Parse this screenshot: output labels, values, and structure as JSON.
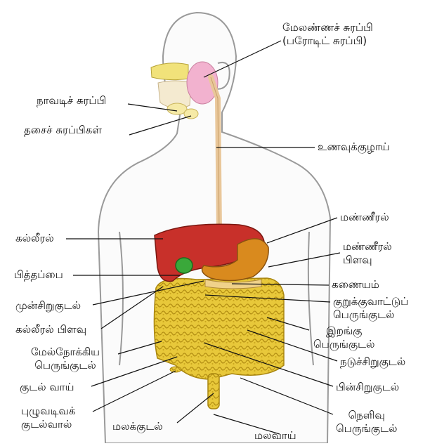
{
  "labels": {
    "parotid": {
      "line1": "மேலண்ணச் சுரப்பி",
      "line2": "(பரோடிட் சுரப்பி)"
    },
    "sublingual": "நாவடிச் சுரப்பி",
    "submandibular": "தசைச் சுரப்பிகள்",
    "oesophagus": "உணவுக்குழாய்",
    "spleen": "மண்ணீரல்",
    "splenic_flexure": {
      "line1": "மண்ணீரல்",
      "line2": "பிளவு"
    },
    "liver": "கல்லீரல்",
    "gallbladder": "பித்தப்பை",
    "pancreas": "கணையம்",
    "duodenum": "முன்சிறுகுடல்",
    "transverse_colon": {
      "line1": "குறுக்குவாட்டுப்",
      "line2": "பெருங்குடல்"
    },
    "hepatic_flexure": "கல்லீரல் பிளவு",
    "descending_colon": {
      "line1": "இறங்கு",
      "line2": "பெருங்குடல்"
    },
    "ascending_colon": {
      "line1": "மேல்நோக்கிய",
      "line2": "பெருங்குடல்"
    },
    "jejunum": "நடுச்சிறுகுடல்",
    "caecum": "குடல் வாய்",
    "ileum": "பின்சிறுகுடல்",
    "appendix": {
      "line1": "புழுவடிவக்",
      "line2": "குடல்வால்"
    },
    "rectum": "மலக்குடல்",
    "sigmoid_colon": {
      "line1": "நெளிவு",
      "line2": "பெருங்குடல்"
    },
    "anus": "மலவாய்"
  },
  "colors": {
    "liver": "#c8302a",
    "stomach": "#d98a1e",
    "intestine": "#e6c531",
    "gallbladder": "#3aa83a",
    "salivary_upper": "#f1e27a",
    "parotid": "#f2b2cf",
    "oesophagus": "#e9c79a",
    "body_outline": "#9a9a9a",
    "skin": "#fbfbfb"
  }
}
